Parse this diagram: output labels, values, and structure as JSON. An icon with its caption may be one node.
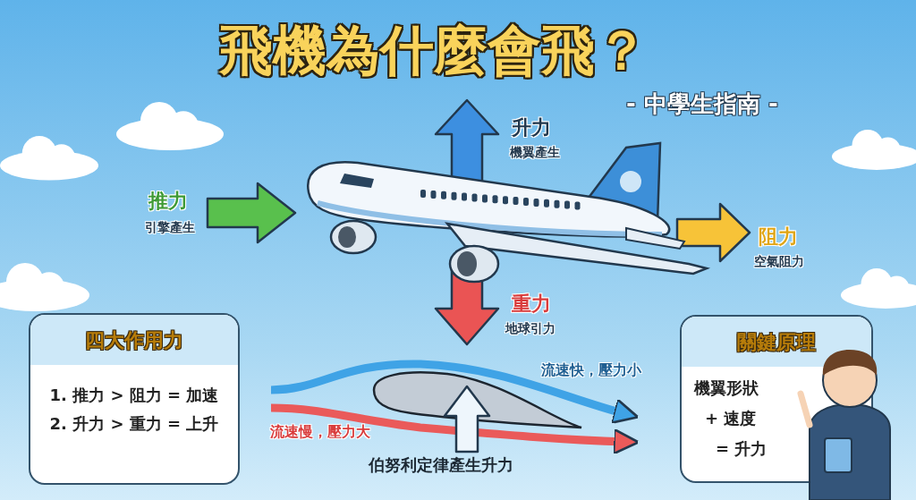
{
  "diagram": {
    "title": "飛機為什麼會飛？",
    "nodes": [
      {
        "text": [
          "四大作用力",
          "1. 推力 > 阻力 = 加速",
          "2. 升力 > 重力 = 上升"
        ]
      },
      {
        "text": [
          "關鍵原理",
          "機翼形狀",
          "+ 速度",
          "= 升力"
        ]
      }
    ],
    "labels": [
      "- 中學生指南 -",
      "升力",
      "機翼產生",
      "推力",
      "引擎產生",
      "阻力",
      "空氣阻力",
      "重力",
      "地球引力",
      "流速快，壓力小",
      "流速慢，壓力大",
      "伯努利定律產生升力"
    ]
  }
}
